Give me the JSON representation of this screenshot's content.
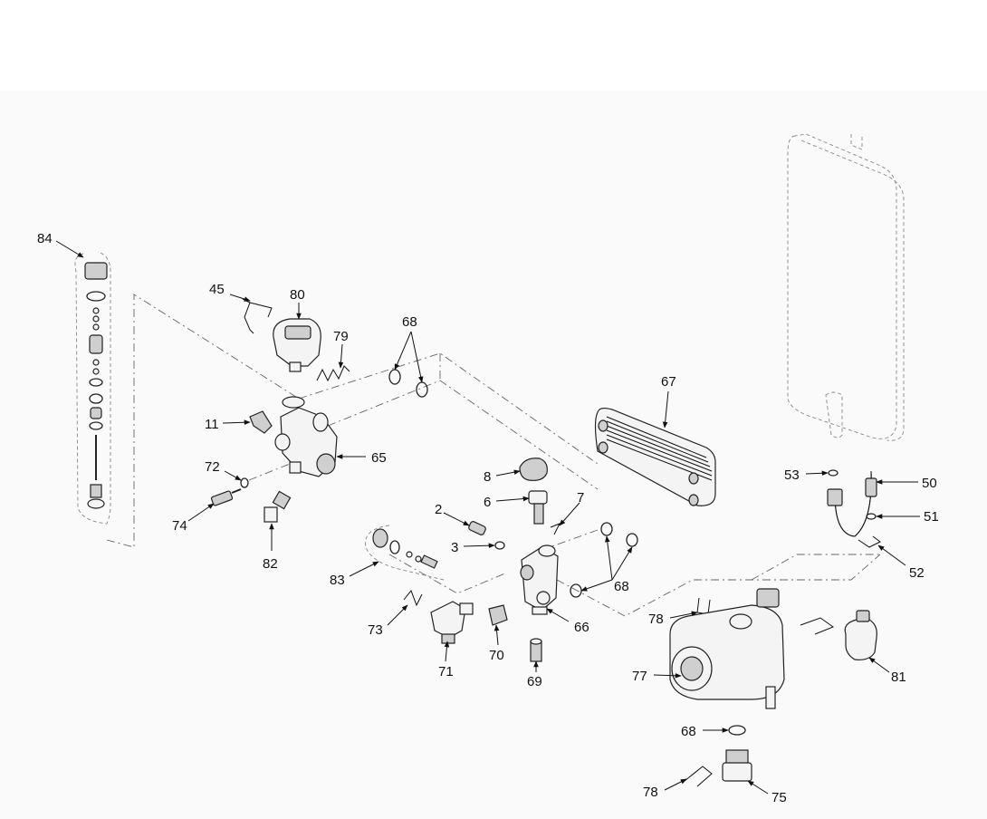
{
  "diagram": {
    "labels": {
      "l84": "84",
      "l45": "45",
      "l80": "80",
      "l79": "79",
      "l68a": "68",
      "l11": "11",
      "l65": "65",
      "l72": "72",
      "l74": "74",
      "l82": "82",
      "l67": "67",
      "l8": "8",
      "l6": "6",
      "l7": "7",
      "l2": "2",
      "l3": "3",
      "l83": "83",
      "l68b": "68",
      "l66": "66",
      "l73": "73",
      "l71": "71",
      "l70": "70",
      "l69": "69",
      "l53": "53",
      "l50": "50",
      "l51": "51",
      "l52": "52",
      "l78a": "78",
      "l77": "77",
      "l81": "81",
      "l68c": "68",
      "l78b": "78",
      "l75": "75"
    }
  }
}
